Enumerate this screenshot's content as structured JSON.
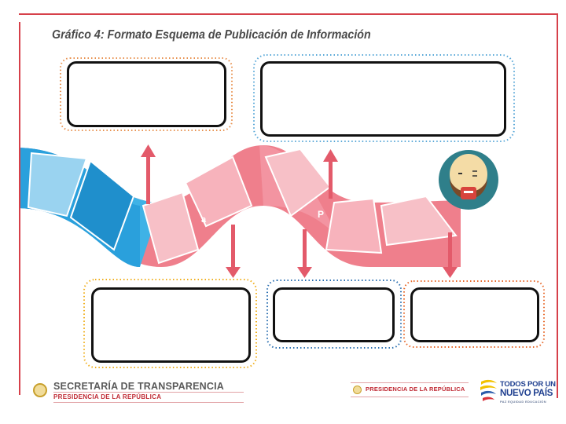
{
  "title": "Gráfico 4: Formato Esquema de Publicación de Información",
  "diagram_labels": {
    "a": "a",
    "b": "P"
  },
  "boxes": [
    {
      "name": "top-left",
      "text": ""
    },
    {
      "name": "top-right",
      "text": ""
    },
    {
      "name": "bottom-left",
      "text": ""
    },
    {
      "name": "bottom-middle",
      "text": ""
    },
    {
      "name": "bottom-right",
      "text": ""
    }
  ],
  "footer": {
    "secretaria_name": "SECRETARÍA DE TRANSPARENCIA",
    "secretaria_sub": "PRESIDENCIA DE LA REPÚBLICA",
    "presidencia_name": "PRESIDENCIA DE LA REPÚBLICA",
    "logo_line1": "TODOS POR UN",
    "logo_line2": "NUEVO PAÍS",
    "logo_line3": "PAZ EQUIDAD EDUCACIÓN"
  },
  "colors": {
    "frame": "#d6404a",
    "blue_band": "#3fb2e6",
    "pink_band": "#ef7f8c",
    "arrow": "#e35a6a",
    "title_text": "#4a4a4a"
  },
  "icons": {
    "avatar": "man-with-beard-icon",
    "seal": "coat-of-arms-icon"
  }
}
